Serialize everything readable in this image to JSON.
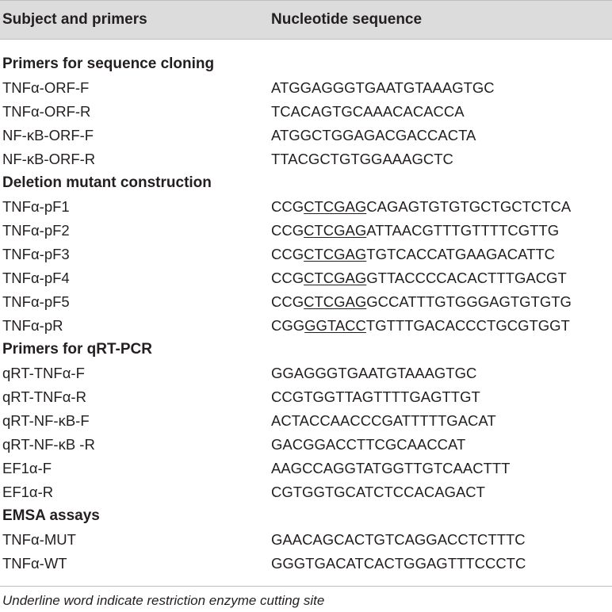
{
  "header": {
    "col1": "Subject and primers",
    "col2": "Nucleotide sequence"
  },
  "sections": [
    {
      "title": "Primers for sequence cloning",
      "rows": [
        {
          "name": "TNFα-ORF-F",
          "pre": "ATGGAGGGTGAATGTAAAGTGC",
          "ul": "",
          "post": ""
        },
        {
          "name": "TNFα-ORF-R",
          "pre": "TCACAGTGCAAACACACCA",
          "ul": "",
          "post": ""
        },
        {
          "name": "NF-κB-ORF-F",
          "pre": "ATGGCTGGAGACGACCACTA",
          "ul": "",
          "post": ""
        },
        {
          "name": "NF-κB-ORF-R",
          "pre": "TTACGCTGTGGAAAGCTC",
          "ul": "",
          "post": ""
        }
      ]
    },
    {
      "title": "Deletion mutant construction",
      "rows": [
        {
          "name": "TNFα-pF1",
          "pre": "CCG",
          "ul": "CTCGAG",
          "post": "CAGAGTGTGTGCTGCTCTCA"
        },
        {
          "name": "TNFα-pF2",
          "pre": "CCG",
          "ul": "CTCGAG",
          "post": "ATTAACGTTTGTTTTCGTTG"
        },
        {
          "name": "TNFα-pF3",
          "pre": "CCG",
          "ul": "CTCGAG",
          "post": "TGTCACCATGAAGACATTC"
        },
        {
          "name": "TNFα-pF4",
          "pre": "CCG",
          "ul": "CTCGAG",
          "post": "GTTACCCCACACTTTGACGT"
        },
        {
          "name": "TNFα-pF5",
          "pre": "CCG",
          "ul": "CTCGAG",
          "post": "GCCATTTGTGGGAGTGTGTG"
        },
        {
          "name": "TNFα-pR",
          "pre": "CGG",
          "ul": "GGTACC",
          "post": "TGTTTGACACCCTGCGTGGT"
        }
      ]
    },
    {
      "title": "Primers for qRT-PCR",
      "rows": [
        {
          "name": "qRT-TNFα-F",
          "pre": "GGAGGGTGAATGTAAAGTGC",
          "ul": "",
          "post": ""
        },
        {
          "name": "qRT-TNFα-R",
          "pre": "CCGTGGTTAGTTTTGAGTTGT",
          "ul": "",
          "post": ""
        },
        {
          "name": "qRT-NF-κB-F",
          "pre": "ACTACCAACCCGATTTTTGACAT",
          "ul": "",
          "post": ""
        },
        {
          "name": "qRT-NF-κB -R",
          "pre": "GACGGACCTTCGCAACCAT",
          "ul": "",
          "post": ""
        },
        {
          "name": "EF1α-F",
          "pre": "AAGCCAGGTATGGTTGTCAACTTT",
          "ul": "",
          "post": ""
        },
        {
          "name": "EF1α-R",
          "pre": "CGTGGTGCATCTCCACAGACT",
          "ul": "",
          "post": ""
        }
      ]
    },
    {
      "title": "EMSA assays",
      "rows": [
        {
          "name": "TNFα-MUT",
          "pre": "GAACAGCACTGTCAGGACCTCTTTC",
          "ul": "",
          "post": ""
        },
        {
          "name": "TNFα-WT",
          "pre": "GGGTGACATCACTGGAGTTTCCCTC",
          "ul": "",
          "post": ""
        }
      ]
    }
  ],
  "footnote": "Underline word indicate restriction enzyme cutting site"
}
